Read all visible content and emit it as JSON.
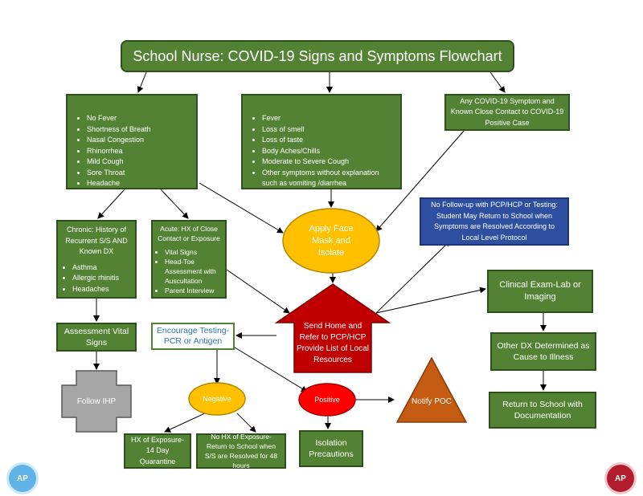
{
  "title": "School Nurse: COVID-19 Signs and Symptoms Flowchart",
  "no_fever": {
    "items": [
      "No Fever",
      "Shortness of Breath",
      "Nasal Congestion",
      "Rhinorrhea",
      "Mild Cough",
      "Sore Throat",
      "Headache"
    ]
  },
  "fever": {
    "items": [
      "Fever",
      "Loss of smell",
      "Loss of taste",
      "Body Aches/Chills",
      "Moderate to Severe Cough",
      "Other symptoms without explanation such as vomiting /diarrhea"
    ]
  },
  "known_contact": "Any COVID-19 Symptom and Known Close Contact to COVID-19 Positive Case",
  "chronic": {
    "heading": "Chronic: History of Recurrent S/S AND Known DX",
    "items": [
      "Asthma",
      "Allergic rhinitis",
      "Headaches"
    ]
  },
  "acute": {
    "heading": "Acute: HX of Close Contact or Exposure",
    "items": [
      "Vital Signs",
      "Head-Toe Assessment with Auscultation",
      "Parent Interview"
    ]
  },
  "apply_mask": "Apply Face Mask and Isolate",
  "no_followup": "No Follow-up with PCP/HCP or Testing: Student May Return to School when Symptoms are Resolved According to Local Level Protocol",
  "clinical_exam": "Clinical Exam-Lab or Imaging",
  "send_home": "Send Home and Refer to PCP/HCP Provide List of Local Resources",
  "assessment": "Assessment Vital Signs",
  "encourage_testing": "Encourage Testing-PCR or Antigen",
  "other_dx": "Other DX Determined as Cause to Illness",
  "follow_ihp": "Follow IHP",
  "negative": "Negative",
  "positive": "Positive",
  "notify_poc": "Notify POC",
  "return_school": "Return to School with Documentation",
  "hx_exposure": "HX of Exposure-14 Day Quarantine",
  "no_hx_exposure": "No HX of Exposure-Return to School when S/S are Resolved for 48 hours",
  "isolation": "Isolation Precautions",
  "logo_left": "AP",
  "logo_right": "AP",
  "colors": {
    "green": "#548235",
    "blue": "#2e4f9f",
    "yellow": "#ffc000",
    "red": "#c00000",
    "orange": "#c55a11",
    "gray": "#a6a6a6"
  }
}
